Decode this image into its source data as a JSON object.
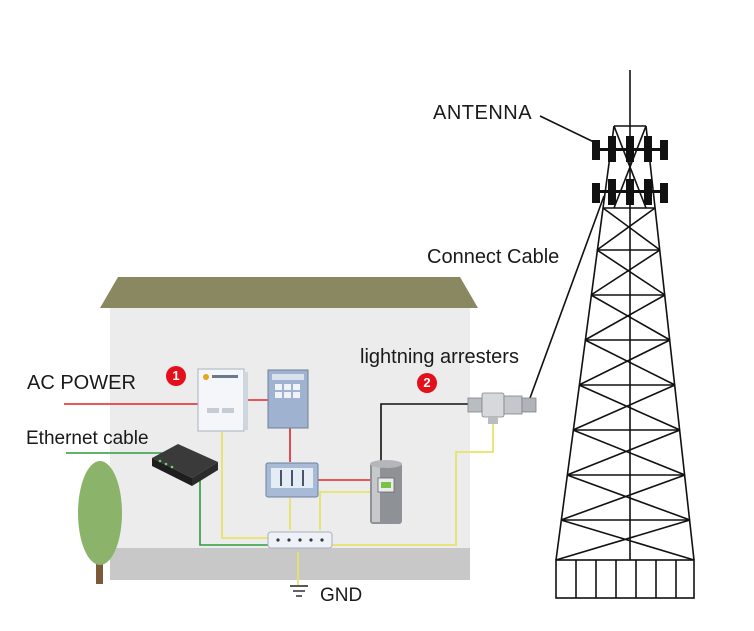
{
  "labels": {
    "antenna": "ANTENNA",
    "connect_cable": "Connect Cable",
    "lightning_arresters": "lightning arresters",
    "ac_power": "AC POWER",
    "ethernet_cable": "Ethernet cable",
    "gnd": "GND"
  },
  "badges": {
    "one": "1",
    "two": "2"
  },
  "colors": {
    "roof": "#8a8860",
    "wall": "#ebebeb",
    "floor_strip": "#c9c9c9",
    "power_line": "#e32128",
    "ethernet_line": "#2e9b3a",
    "signal_line": "#e6e36a",
    "cable_line": "#111111",
    "badge": "#e3101b",
    "tree": "#8bb46a"
  }
}
